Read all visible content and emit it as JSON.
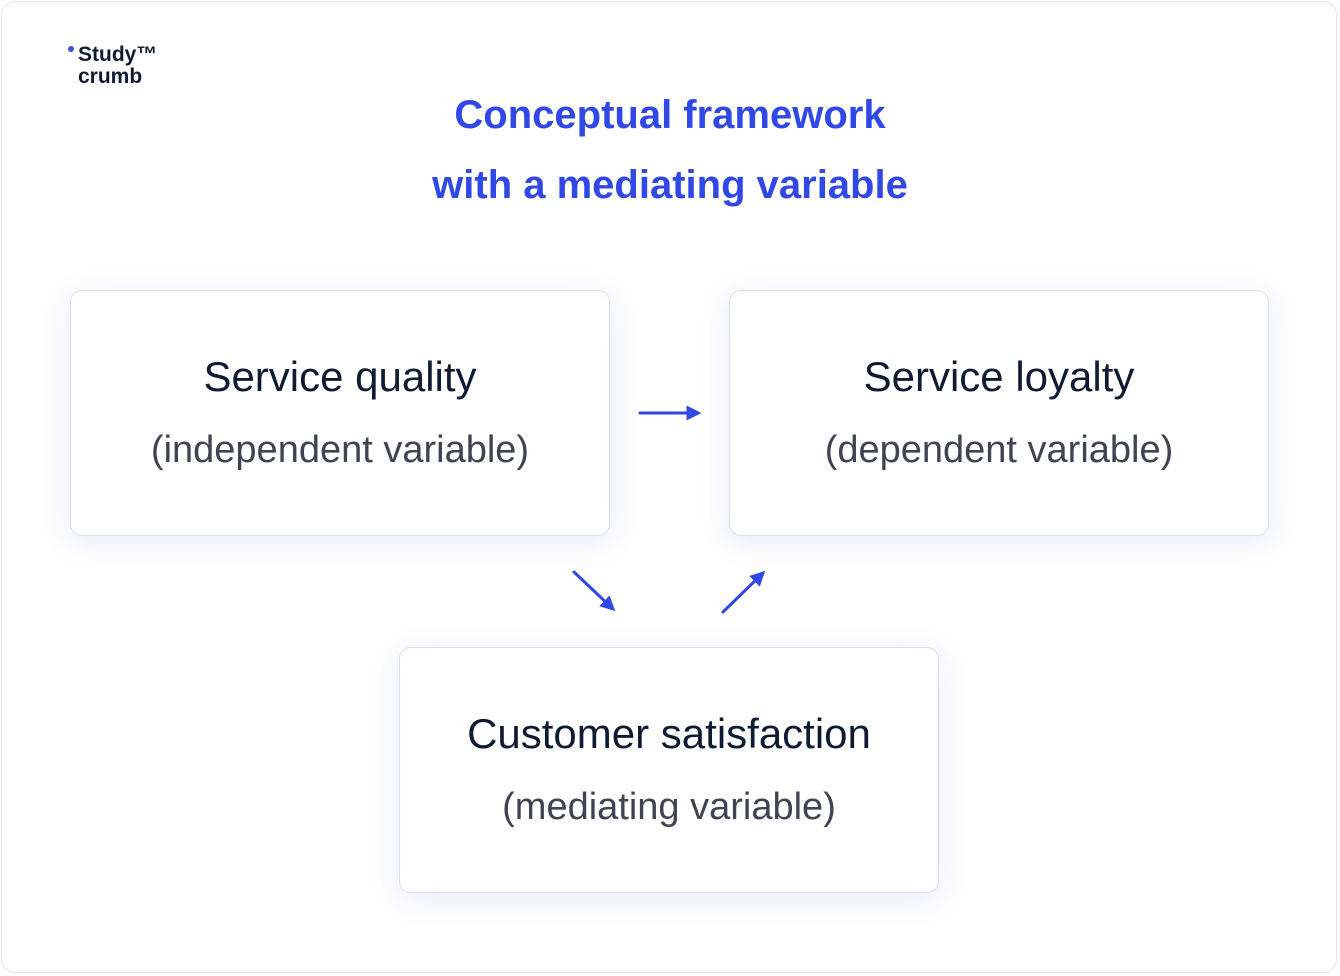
{
  "brand": {
    "line1": "Study™",
    "line2": "crumb"
  },
  "title": {
    "line1": "Conceptual framework",
    "line2": "with a mediating variable"
  },
  "boxes": {
    "independent": {
      "name": "Service quality",
      "role": "(independent variable)"
    },
    "dependent": {
      "name": "Service loyalty",
      "role": "(dependent variable)"
    },
    "mediating": {
      "name": "Customer satisfaction",
      "role": "(mediating variable)"
    }
  },
  "edges": [
    {
      "from": "Service quality",
      "to": "Service loyalty"
    },
    {
      "from": "Service quality",
      "to": "Customer satisfaction"
    },
    {
      "from": "Customer satisfaction",
      "to": "Service loyalty"
    }
  ],
  "colors": {
    "accent": "#3048e6",
    "text": "#0f1a33",
    "muted": "#3f4353",
    "border": "#d9def4"
  }
}
